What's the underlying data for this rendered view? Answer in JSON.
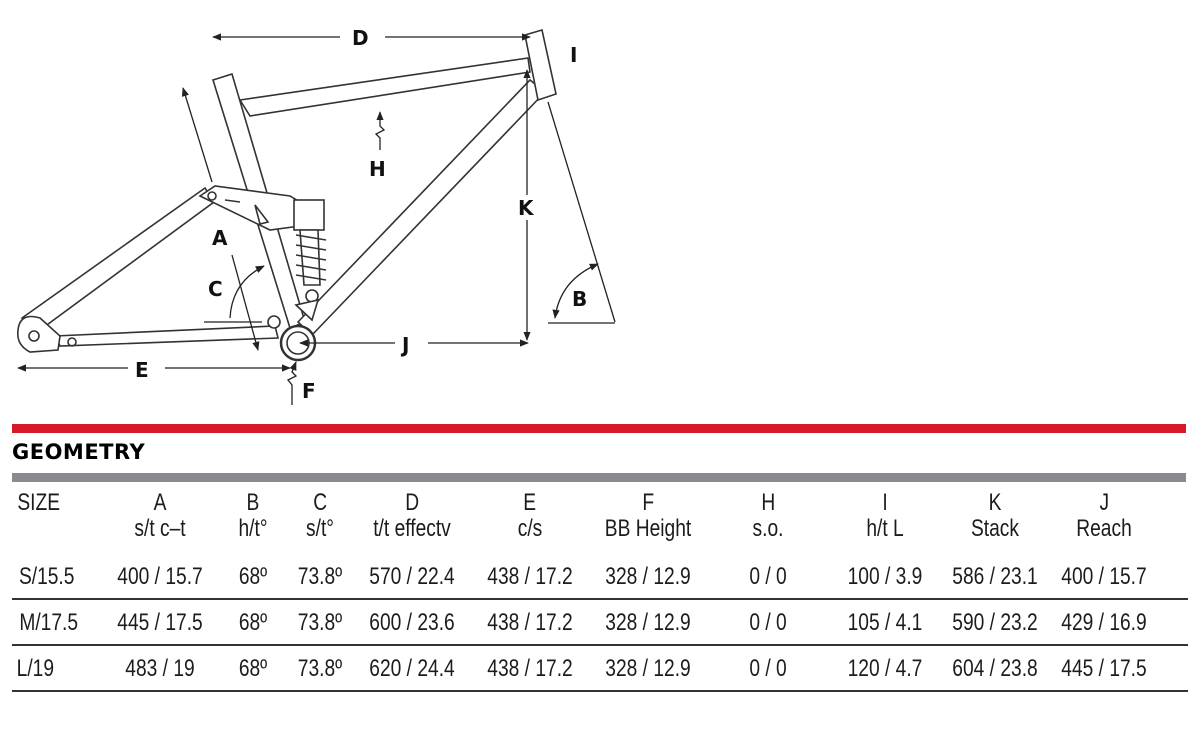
{
  "diagram": {
    "labels": {
      "A": "A",
      "B": "B",
      "C": "C",
      "D": "D",
      "E": "E",
      "F": "F",
      "H": "H",
      "I": "I",
      "J": "J",
      "K": "K"
    }
  },
  "section_title": "GEOMETRY",
  "colors": {
    "accent_red": "#d71a28",
    "divider_gray": "#8a8b8f"
  },
  "table": {
    "headers": [
      {
        "letter": "SIZE",
        "sub": ""
      },
      {
        "letter": "A",
        "sub": "s/t c–t"
      },
      {
        "letter": "B",
        "sub": "h/t°"
      },
      {
        "letter": "C",
        "sub": "s/t°"
      },
      {
        "letter": "D",
        "sub": "t/t effectv"
      },
      {
        "letter": "E",
        "sub": "c/s"
      },
      {
        "letter": "F",
        "sub": "BB Height"
      },
      {
        "letter": "H",
        "sub": "s.o."
      },
      {
        "letter": "I",
        "sub": "h/t L"
      },
      {
        "letter": "K",
        "sub": "Stack"
      },
      {
        "letter": "J",
        "sub": "Reach"
      }
    ],
    "rows": [
      [
        "S/15.5",
        "400 / 15.7",
        "68º",
        "73.8º",
        "570 / 22.4",
        "438 / 17.2",
        "328 / 12.9",
        "0 / 0",
        "100 / 3.9",
        "586 / 23.1",
        "400 / 15.7"
      ],
      [
        "M/17.5",
        "445 / 17.5",
        "68º",
        "73.8º",
        "600 / 23.6",
        "438 / 17.2",
        "328 / 12.9",
        "0 / 0",
        "105 / 4.1",
        "590 / 23.2",
        "429 / 16.9"
      ],
      [
        "L/19",
        "483 / 19",
        "68º",
        "73.8º",
        "620 / 24.4",
        "438 / 17.2",
        "328 / 12.9",
        "0 / 0",
        "120 / 4.7",
        "604 / 23.8",
        "445 / 17.5"
      ]
    ]
  }
}
